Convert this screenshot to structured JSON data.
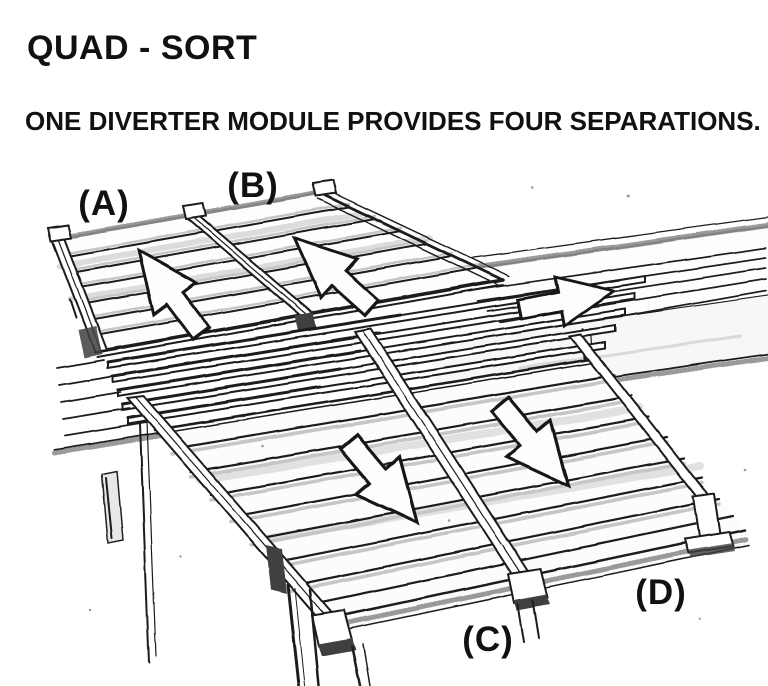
{
  "header": {
    "title": "QUAD - SORT",
    "subtitle": "ONE DIVERTER MODULE PROVIDES FOUR SEPARATIONS."
  },
  "diagram": {
    "style": "hand-drawn pencil perspective sketch, black line art on white paper",
    "subject": "Quad-Sort conveyor diverter module: one diverter on a main transport line feeding four divert lanes",
    "labels": [
      {
        "id": "A",
        "text": "(A)",
        "lane": "rear divert lane, left",
        "flow": "up-back"
      },
      {
        "id": "B",
        "text": "(B)",
        "lane": "rear divert lane, right",
        "flow": "up-back"
      },
      {
        "id": "C",
        "text": "(C)",
        "lane": "front divert lane, left",
        "flow": "down-front"
      },
      {
        "id": "D",
        "text": "(D)",
        "lane": "front divert lane, right",
        "flow": "down-front"
      }
    ],
    "arrows": [
      {
        "on": "lane A",
        "points": "up-back (divert)"
      },
      {
        "on": "lane B",
        "points": "up-back (divert)"
      },
      {
        "on": "main line",
        "points": "right (pass-through)"
      },
      {
        "on": "lane C",
        "points": "down-front (divert)"
      },
      {
        "on": "lane D",
        "points": "down-front (divert)"
      }
    ],
    "ink_color": "#1f1f1f",
    "paper_color": "#ffffff"
  }
}
